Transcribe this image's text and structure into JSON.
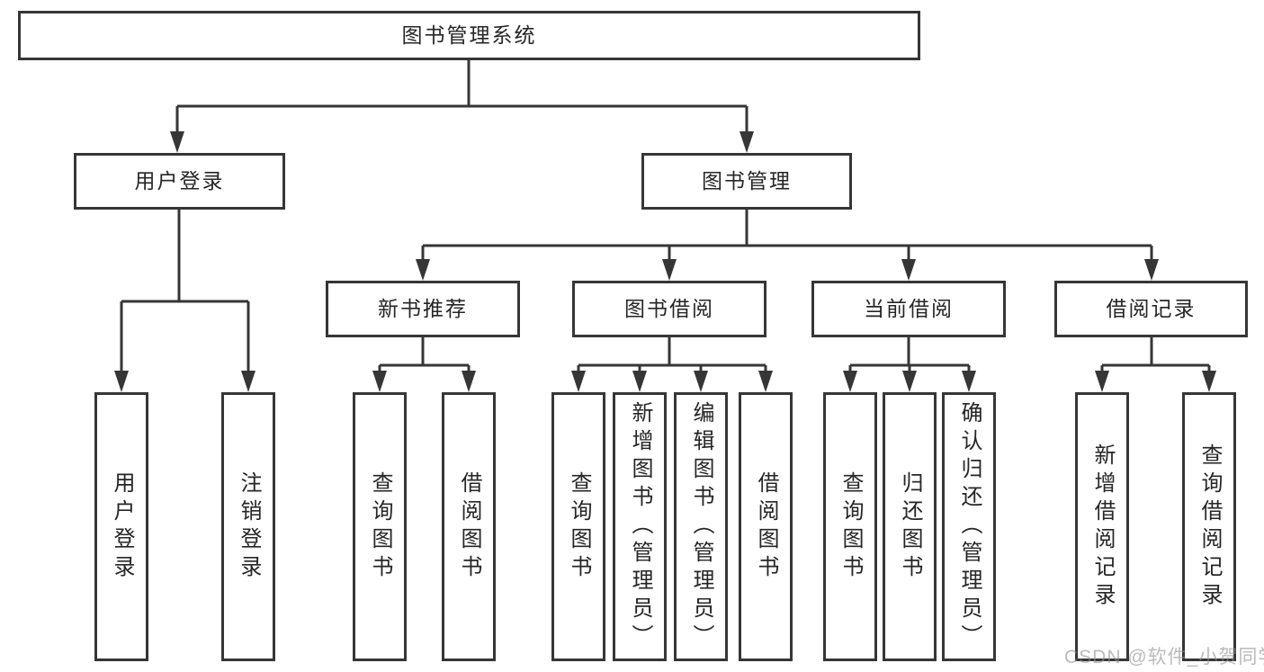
{
  "diagram": {
    "title": "图书管理系统",
    "level2": {
      "user_login": "用户登录",
      "book_mgmt": "图书管理"
    },
    "level3": {
      "new_books": "新书推荐",
      "borrow": "图书借阅",
      "current": "当前借阅",
      "records": "借阅记录"
    },
    "leaves": {
      "user_login": "用户登录",
      "logout": "注销登录",
      "nb_query": "查询图书",
      "nb_borrow": "借阅图书",
      "bw_query": "查询图书",
      "bw_add": "新增图书（管理员）",
      "bw_edit": "编辑图书（管理员）",
      "bw_borrow": "借阅图书",
      "cur_query": "查询图书",
      "cur_return": "归还图书",
      "cur_confirm": "确认归还（管理员）",
      "rec_add": "新增借阅记录",
      "rec_query": "查询借阅记录"
    }
  },
  "watermark": "CSDN @软件_小贺同学",
  "colors": {
    "line": "#363636",
    "text": "#262626",
    "background": "#ffffff",
    "watermark": "#919191"
  }
}
